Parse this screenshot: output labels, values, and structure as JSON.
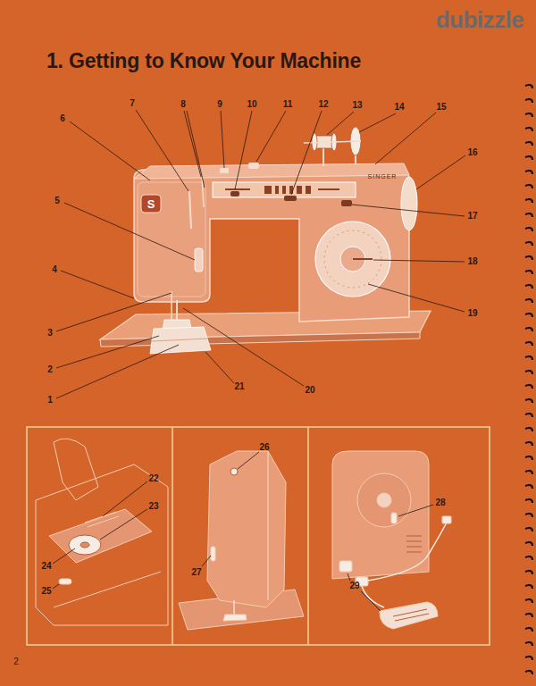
{
  "diagram": {
    "title": "1. Getting to Know Your Machine",
    "labels": [
      "1",
      "2",
      "3",
      "4",
      "5",
      "6",
      "7",
      "8",
      "9",
      "10",
      "11",
      "12",
      "13",
      "14",
      "15",
      "16",
      "17",
      "18",
      "19",
      "20",
      "21",
      "22",
      "23",
      "24",
      "25",
      "26",
      "27",
      "28",
      "29",
      "S",
      "SINGER",
      "2",
      "dubizzle"
    ]
  }
}
